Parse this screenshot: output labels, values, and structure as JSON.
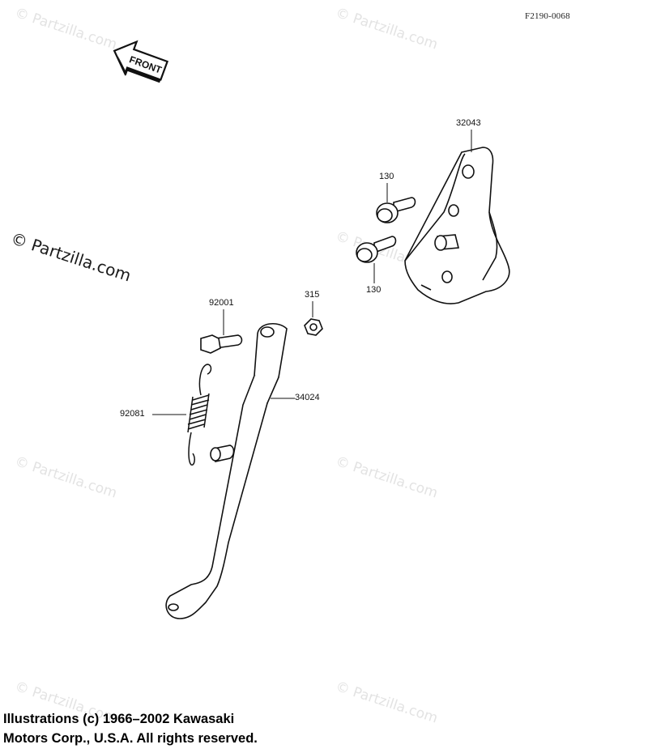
{
  "diagram_code": "F2190-0068",
  "front_arrow_label": "FRONT",
  "watermark": "© Partzilla.com",
  "parts": {
    "p32043": "32043",
    "p130_top": "130",
    "p130_bottom": "130",
    "p315": "315",
    "p92001": "92001",
    "p34024": "34024",
    "p92081": "92081"
  },
  "footer": {
    "line1": "Illustrations (c) 1966–2002 Kawasaki",
    "line2": "Motors Corp., U.S.A.  All rights reserved."
  }
}
